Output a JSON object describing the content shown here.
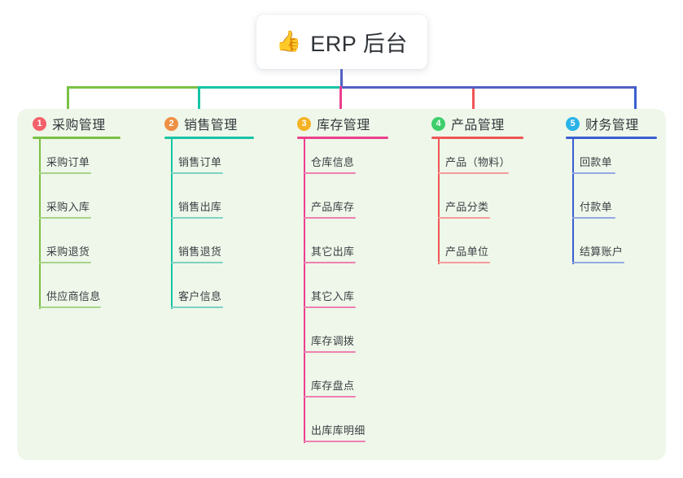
{
  "root": {
    "icon": "thumbs-up-icon",
    "emoji": "👍",
    "title": "ERP 后台"
  },
  "palette": {
    "panel_background": "#eef7e9",
    "page_background": "#ffffff",
    "root_connector": "#5360c4",
    "text": "#33383d"
  },
  "columns": [
    {
      "index": "1",
      "title": "采购管理",
      "badge_color": "#f4616a",
      "line_color": "#7ac045",
      "leaf_line_color": "#a9d48a",
      "items": [
        {
          "label": "采购订单"
        },
        {
          "label": "采购入库"
        },
        {
          "label": "采购退货"
        },
        {
          "label": "供应商信息"
        }
      ]
    },
    {
      "index": "2",
      "title": "销售管理",
      "badge_color": "#ef8f44",
      "line_color": "#17c4a6",
      "leaf_line_color": "#7ed2c4",
      "items": [
        {
          "label": "销售订单"
        },
        {
          "label": "销售出库"
        },
        {
          "label": "销售退货"
        },
        {
          "label": "客户信息"
        }
      ]
    },
    {
      "index": "3",
      "title": "库存管理",
      "badge_color": "#f5b324",
      "line_color": "#ec3f8e",
      "leaf_line_color": "#ef7fb3",
      "items": [
        {
          "label": "仓库信息"
        },
        {
          "label": "产品库存"
        },
        {
          "label": "其它出库"
        },
        {
          "label": "其它入库"
        },
        {
          "label": "库存调拨"
        },
        {
          "label": "库存盘点"
        },
        {
          "label": "出库库明细"
        }
      ]
    },
    {
      "index": "4",
      "title": "产品管理",
      "badge_color": "#3ecf6b",
      "line_color": "#f05555",
      "leaf_line_color": "#f59b9b",
      "items": [
        {
          "label": "产品（物料）"
        },
        {
          "label": "产品分类"
        },
        {
          "label": "产品单位"
        }
      ]
    },
    {
      "index": "5",
      "title": "财务管理",
      "badge_color": "#2bb3e8",
      "line_color": "#3a5fd0",
      "leaf_line_color": "#93a9e4",
      "items": [
        {
          "label": "回款单"
        },
        {
          "label": "付款单"
        },
        {
          "label": "结算账户"
        }
      ]
    }
  ],
  "connectors": {
    "bar_segments": [
      {
        "name": "segment-green",
        "color": "#7ac045"
      },
      {
        "name": "segment-teal",
        "color": "#17c4a6"
      },
      {
        "name": "segment-blue",
        "color": "#5360c4"
      }
    ]
  }
}
